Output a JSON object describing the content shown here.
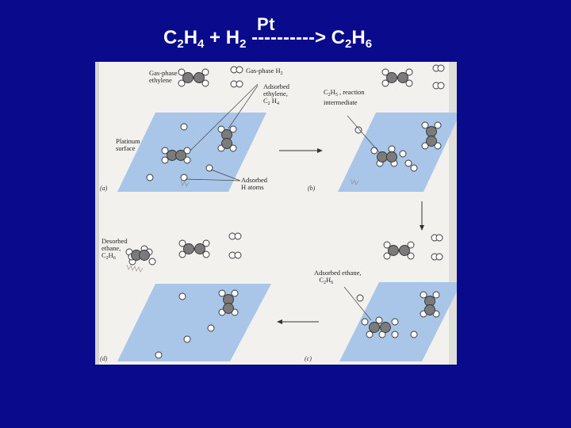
{
  "title": {
    "catalyst": "Pt",
    "equation": {
      "c1": "C",
      "c1_sub": "2",
      "h1": "H",
      "h1_sub": "4",
      "plus": " + H",
      "h2_sub": "2",
      "arrow": " ----------> C",
      "c2_sub": "2",
      "h3": "H",
      "h3_sub": "6"
    }
  },
  "figure": {
    "labels": {
      "gas_ethylene_1": "Gas-phase",
      "gas_ethylene_2": "ethylene",
      "gas_h2": "Gas-phase H",
      "gas_h2_sub": "2",
      "adsorbed_ethylene_1": "Adsorbed",
      "adsorbed_ethylene_2": "ethylene,",
      "adsorbed_ethylene_3": "C",
      "adsorbed_ethylene_3_sub": "2",
      "adsorbed_ethylene_3b": " H",
      "adsorbed_ethylene_3_sub2": "4",
      "c2h5_1": "C",
      "c2h5_1_sub": "2",
      "c2h5_1b": "H",
      "c2h5_1_sub2": "5",
      "c2h5_1c": " , reaction",
      "c2h5_2": "intermediate",
      "platinum_1": "Platinum",
      "platinum_2": "surface",
      "adsorbed_h_1": "Adsorbed",
      "adsorbed_h_2": "H atoms",
      "desorbed_1": "Desorbed",
      "desorbed_2": "ethane,",
      "desorbed_3": "C",
      "desorbed_3_sub": "2",
      "desorbed_3b": "H",
      "desorbed_3_sub2": "6",
      "adsorbed_ethane_1": "Adsorbed ethane,",
      "adsorbed_ethane_2": "C",
      "adsorbed_ethane_2_sub": "2",
      "adsorbed_ethane_2b": "H",
      "adsorbed_ethane_2_sub2": "6"
    },
    "panels": [
      "(a)",
      "(b)",
      "(c)",
      "(d)"
    ],
    "colors": {
      "surface": "#a9c6e8",
      "carbon": "#7b7b7b",
      "hydrogen": "#ffffff",
      "background": "#0a0a8c",
      "page": "#f2f1ee"
    }
  }
}
